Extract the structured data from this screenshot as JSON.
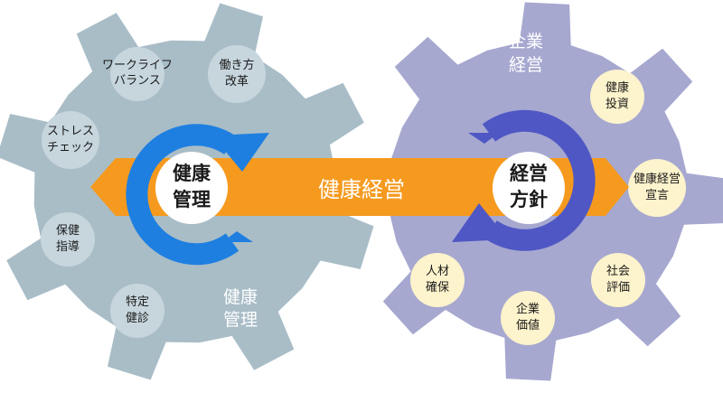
{
  "left_gear": {
    "label_line1": "健康",
    "label_line2": "管理",
    "items": [
      {
        "line1": "ワークライフ",
        "line2": "バランス"
      },
      {
        "line1": "働き方",
        "line2": "改革"
      },
      {
        "line1": "ストレス",
        "line2": "チェック"
      },
      {
        "line1": "保健",
        "line2": "指導"
      },
      {
        "line1": "特定",
        "line2": "健診"
      }
    ],
    "center_line1": "健康",
    "center_line2": "管理"
  },
  "right_gear": {
    "label_line1": "企業",
    "label_line2": "経営",
    "items": [
      {
        "line1": "健康",
        "line2": "投資"
      },
      {
        "line1": "健康経営",
        "line2": "宣言"
      },
      {
        "line1": "社会",
        "line2": "評価"
      },
      {
        "line1": "企業",
        "line2": "価値"
      },
      {
        "line1": "人材",
        "line2": "確保"
      }
    ],
    "center_line1": "経営",
    "center_line2": "方針"
  },
  "arrow": {
    "label": "健康経営"
  },
  "colors": {
    "left_gear": "#a9bdc7",
    "right_gear": "#a6a8d0",
    "arrow": "#f59a1f",
    "left_cycle": "#1e7fe0",
    "right_cycle": "#4f57c4",
    "right_item_bg": "#fdf3cc"
  }
}
